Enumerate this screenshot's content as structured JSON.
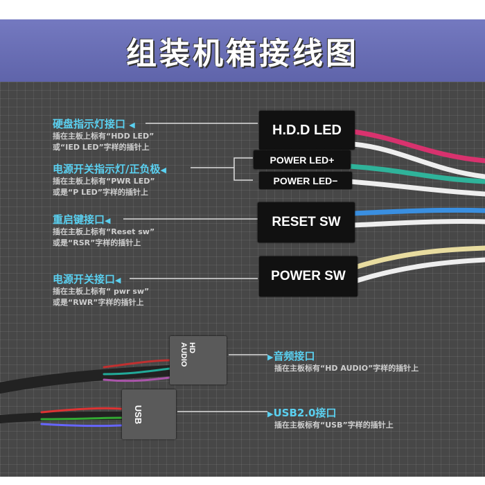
{
  "title": "组装机箱接线图",
  "labels": [
    {
      "title": "硬盘指示灯接口",
      "lines": [
        "插在主板上标有“HDD LED”",
        "或“IED LED”字样的插针上"
      ]
    },
    {
      "title": "电源开关指示灯/正负极",
      "lines": [
        "插在主板上标有“PWR LED”",
        "或是“P LED”字样的插针上"
      ]
    },
    {
      "title": "重启键接口",
      "lines": [
        "插在主板上标有“Reset sw”",
        "或是“RSR”字样的插针上"
      ]
    },
    {
      "title": "电源开关接口",
      "lines": [
        "插在主板上标有“ pwr sw”",
        "或是“RWR”字样的插针上"
      ]
    },
    {
      "title": "音频接口",
      "lines": [
        "插在主板标有“HD AUDIO”字样的插针上"
      ]
    },
    {
      "title": "USB2.0接口",
      "lines": [
        "插在主板标有“USB”字样的插针上"
      ]
    }
  ],
  "connectors": {
    "hdd": "H.D.D LED",
    "pled_plus": "POWER LED+",
    "pled_minus": "POWER LED−",
    "reset": "RESET SW",
    "power": "POWER SW",
    "audio": "HD AUDIO",
    "usb": "USB"
  }
}
